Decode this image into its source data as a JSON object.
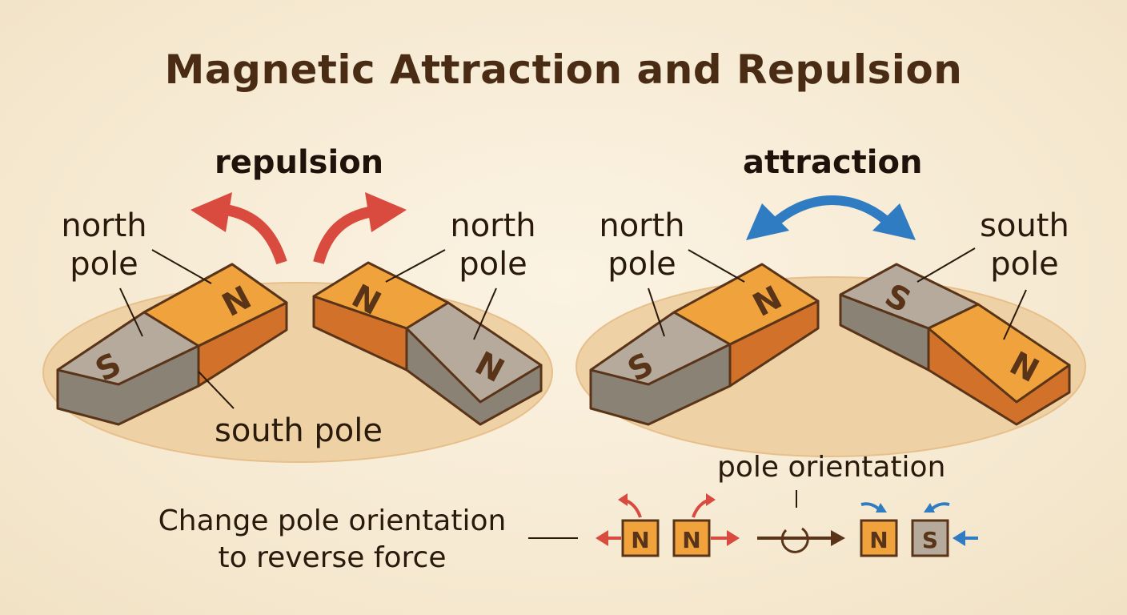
{
  "title": "Magnetic Attraction and Repulsion",
  "repulsion": {
    "heading": "repulsion",
    "left_magnet": {
      "top_pole": "N",
      "bottom_pole": "S"
    },
    "right_magnet": {
      "top_pole": "N",
      "bottom_pole": "N"
    },
    "label_north_left": "north\npole",
    "label_north_right": "north\npole",
    "label_south": "south pole"
  },
  "attraction": {
    "heading": "attraction",
    "left_magnet": {
      "top_pole": "N",
      "bottom_pole": "S"
    },
    "right_magnet": {
      "top_pole": "S",
      "bottom_pole": "N"
    },
    "label_north": "north\npole",
    "label_south": "south\npole"
  },
  "bottom": {
    "note": "Change pole orientation\nto reverse force",
    "pole_orientation_label": "pole orientation",
    "repel_boxes": [
      "N",
      "N"
    ],
    "attract_boxes": [
      "N",
      "S"
    ]
  },
  "colors": {
    "north": "#f0a33c",
    "north_side": "#d2712a",
    "south": "#b5aa9b",
    "south_side": "#8b8276",
    "outline": "#5a3418",
    "repel_arrow": "#d94a3f",
    "attract_arrow": "#2f7cc2",
    "base": "#ecc99a"
  }
}
